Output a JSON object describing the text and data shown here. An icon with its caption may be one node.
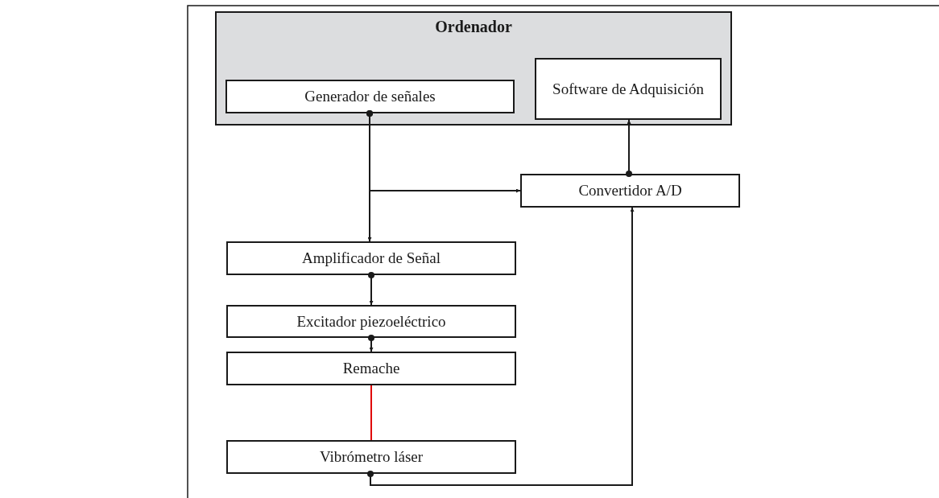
{
  "diagram": {
    "nodes": [
      {
        "text": [
          "Ordenador"
        ]
      },
      {
        "text": [
          "Generador de señales"
        ],
        "in": 0
      },
      {
        "text": [
          "Software de Adquisición"
        ],
        "in": 0
      },
      {
        "text": [
          "Convertidor A/D"
        ]
      },
      {
        "text": [
          "Amplificador de Señal"
        ]
      },
      {
        "text": [
          "Excitador piezoeléctrico"
        ]
      },
      {
        "text": [
          "Remache"
        ]
      },
      {
        "text": [
          "Vibrómetro láser"
        ]
      }
    ],
    "edges": [
      {
        "from": 1,
        "to": 4,
        "arrow": "to"
      },
      {
        "from": 1,
        "to": 3,
        "arrow": "to"
      },
      {
        "from": 3,
        "to": 2,
        "arrow": "to"
      },
      {
        "from": 4,
        "to": 5,
        "arrow": "to"
      },
      {
        "from": 5,
        "to": 6,
        "arrow": "to"
      },
      {
        "from": 6,
        "to": 7,
        "arrow": "none",
        "color": "#e00000"
      },
      {
        "from": 7,
        "to": 3,
        "arrow": "to"
      }
    ]
  }
}
